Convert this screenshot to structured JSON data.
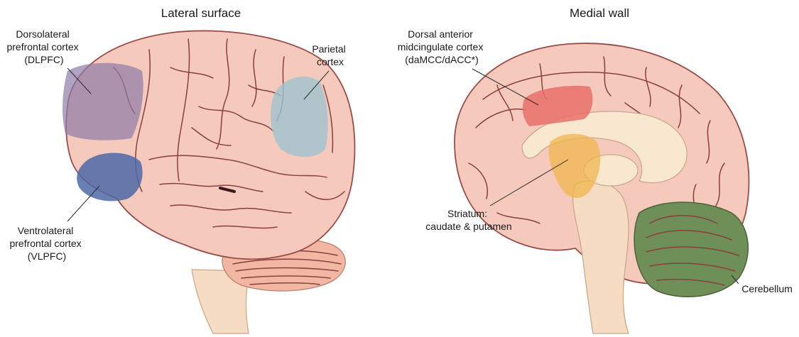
{
  "panels": {
    "lateral": {
      "title": "Lateral surface",
      "regions": {
        "dlpfc": {
          "lines": [
            "Dorsolateral",
            "prefrontal cortex",
            "(DLPFC)"
          ],
          "color": "#8e7aa8"
        },
        "vlpfc": {
          "lines": [
            "Ventrolateral",
            "prefrontal cortex",
            "(VLPFC)"
          ],
          "color": "#4f68a6"
        },
        "parietal": {
          "lines": [
            "Parietal",
            "cortex"
          ],
          "color": "#9fc3cf"
        }
      }
    },
    "medial": {
      "title": "Medial wall",
      "regions": {
        "damcc": {
          "lines": [
            "Dorsal anterior",
            "midcingulate cortex",
            "(daMCC/dACC*)"
          ],
          "color": "#e8716a"
        },
        "striatum": {
          "lines": [
            "Striatum:",
            "caudate & putamen"
          ],
          "color": "#f0b64e"
        },
        "cerebellum": {
          "lines": [
            "Cerebellum"
          ],
          "color": "#6f8f58"
        }
      }
    }
  },
  "colors": {
    "brain_fill": "#f5c9bc",
    "gyri_stroke": "#8a3f3d",
    "cerebellum_lateral": "#f2b7a3",
    "brainstem": "#f6dcc2",
    "corpus_callosum": "#f8e8cf"
  }
}
